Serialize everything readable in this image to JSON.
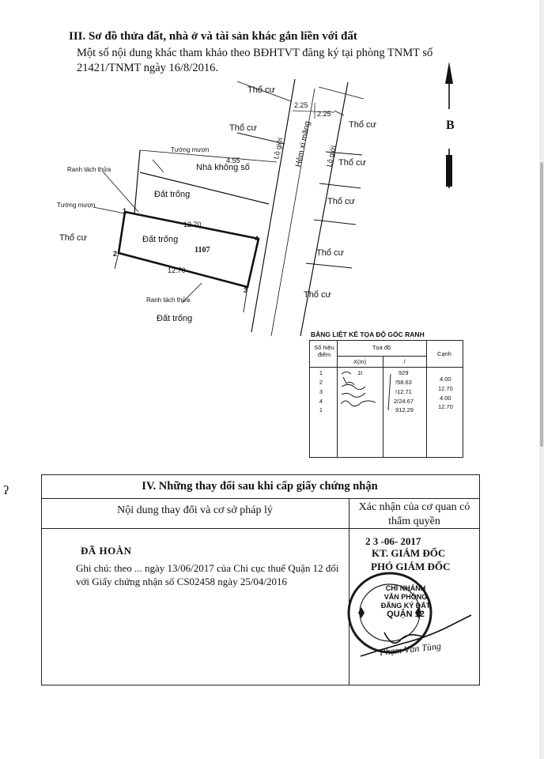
{
  "section3": {
    "title": "III. Sơ đồ thửa đất, nhà ở và tài sản khác gắn liền với đất",
    "note": "Một số nội dung khác tham khảo theo BĐHTVT đăng ký tại phòng TNMT số 21421/TNMT ngày 16/8/2016."
  },
  "map": {
    "north_label": "B",
    "labels": {
      "tho_cu": "Thổ cư",
      "tuong_muon": "Tường mượn",
      "ranh_tach_thua": "Ranh tách thửa",
      "dat_trong": "Đất trống",
      "nha_khong_so": "Nhà không số",
      "hem_xi_mang": "Hẻm xi măng",
      "lo_gioi": "Lộ giới"
    },
    "dimensions": {
      "road_half_left": "2.25",
      "road_half_right": "2.25",
      "top_side": "4.55",
      "parcel_top": "12.70",
      "parcel_bottom": "12.70"
    },
    "parcel_number": "1107",
    "points": [
      "1",
      "2",
      "3",
      "4"
    ]
  },
  "coord_table": {
    "title": "BẢNG LIỆT KÊ TỌA ĐỘ GÓC RANH",
    "headers": {
      "point": "Số hiệu điểm",
      "coords": "Tọa độ",
      "x": "X(m)",
      "y": "/",
      "edge": "Cạnh"
    },
    "rows": [
      {
        "point": "1",
        "x": "1t",
        "y": "929",
        "edge": ""
      },
      {
        "point": "2",
        "x": "",
        "y": "!58.63",
        "edge": "4.00"
      },
      {
        "point": "3",
        "x": "",
        "y": "!12.71",
        "edge": "12.70"
      },
      {
        "point": "4",
        "x": "",
        "y": "2/24.67",
        "edge": "4.00"
      },
      {
        "point": "1",
        "x": "",
        "y": "912.29",
        "edge": "12.70"
      }
    ]
  },
  "section4": {
    "title": "IV. Những thay đổi sau khi cấp giấy chứng nhận",
    "col1_header": "Nội dung thay đổi và cơ sở pháp lý",
    "col2_header": "Xác nhận của cơ quan có thẩm quyền",
    "status": "ĐÃ HOÀN",
    "note": "Ghi chú: theo ... ngày 13/06/2017 của Chi cục thuế Quận 12 đối với Giấy chứng nhận số CS02458 ngày 25/04/2016",
    "confirm_date": "2 3 -06- 2017",
    "kt_line": "KT. GIÁM ĐỐC",
    "pho_line": "PHÓ GIÁM ĐỐC",
    "stamp_lines": [
      "CHI NHÁNH",
      "VĂN PHÒNG",
      "ĐĂNG KÝ ĐẤT",
      "QUẬN 12"
    ],
    "signer": "Phạm Văn Tùng"
  },
  "colors": {
    "ink": "#111111",
    "stamp": "#1a1a1a",
    "paper": "#ffffff"
  },
  "margin_mark": "ʔ"
}
